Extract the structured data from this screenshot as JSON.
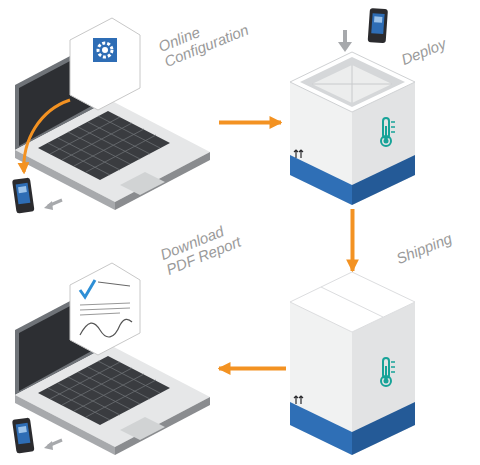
{
  "diagram": {
    "nodes": [
      {
        "text": [
          "Online Configuration"
        ]
      },
      {
        "text": [
          "Deploy"
        ]
      },
      {
        "text": [
          "Shipping"
        ]
      },
      {
        "text": [
          "Download PDF Report"
        ]
      }
    ],
    "edges": [
      {
        "from": 0,
        "to": 1,
        "arrow": "to"
      },
      {
        "from": 1,
        "to": 2,
        "arrow": "to"
      },
      {
        "from": 2,
        "to": 3,
        "arrow": "to"
      }
    ]
  }
}
